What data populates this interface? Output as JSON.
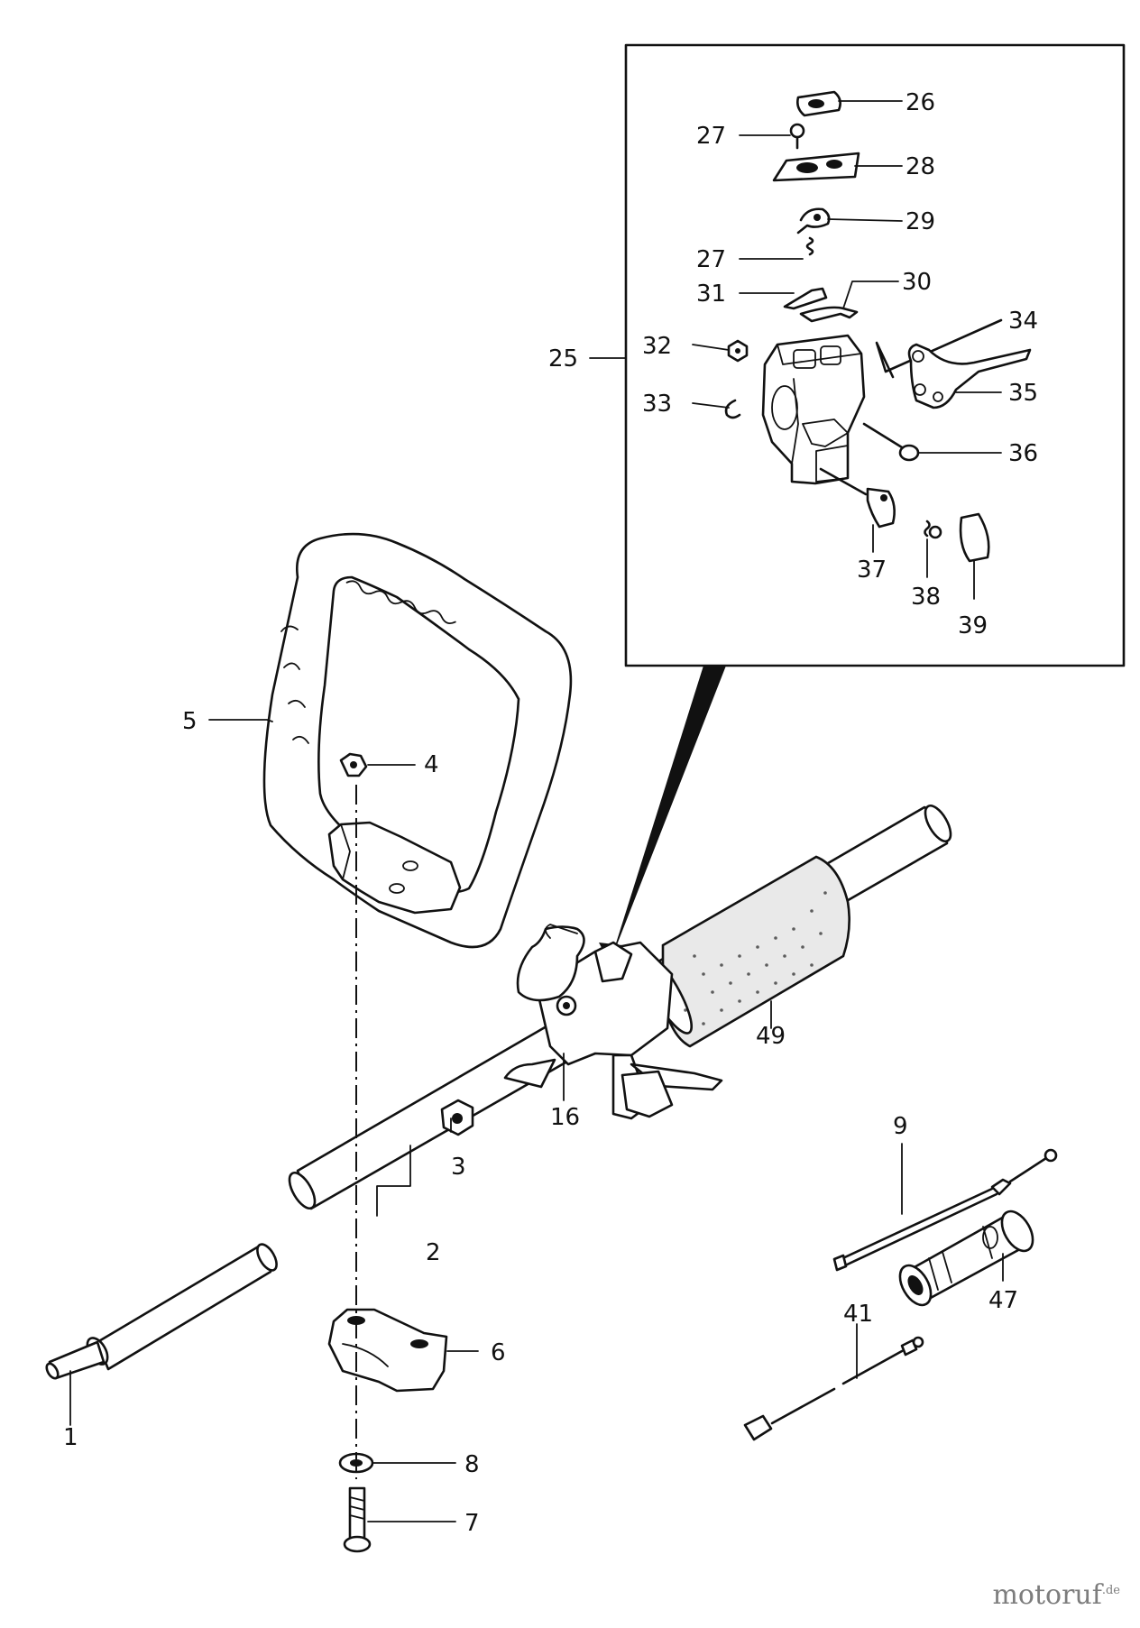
{
  "callouts": [
    {
      "id": "1",
      "label": "1"
    },
    {
      "id": "2",
      "label": "2"
    },
    {
      "id": "3",
      "label": "3"
    },
    {
      "id": "4",
      "label": "4"
    },
    {
      "id": "5",
      "label": "5"
    },
    {
      "id": "6",
      "label": "6"
    },
    {
      "id": "7",
      "label": "7"
    },
    {
      "id": "8",
      "label": "8"
    },
    {
      "id": "9",
      "label": "9"
    },
    {
      "id": "16",
      "label": "16"
    },
    {
      "id": "25",
      "label": "25"
    },
    {
      "id": "26",
      "label": "26"
    },
    {
      "id": "27a",
      "label": "27"
    },
    {
      "id": "27b",
      "label": "27"
    },
    {
      "id": "28",
      "label": "28"
    },
    {
      "id": "29",
      "label": "29"
    },
    {
      "id": "30",
      "label": "30"
    },
    {
      "id": "31",
      "label": "31"
    },
    {
      "id": "32",
      "label": "32"
    },
    {
      "id": "33",
      "label": "33"
    },
    {
      "id": "34",
      "label": "34"
    },
    {
      "id": "35",
      "label": "35"
    },
    {
      "id": "36",
      "label": "36"
    },
    {
      "id": "37",
      "label": "37"
    },
    {
      "id": "38",
      "label": "38"
    },
    {
      "id": "39",
      "label": "39"
    },
    {
      "id": "41",
      "label": "41"
    },
    {
      "id": "47",
      "label": "47"
    },
    {
      "id": "49",
      "label": "49"
    }
  ],
  "watermark": {
    "name": "motoruf",
    "tld": ".de"
  }
}
